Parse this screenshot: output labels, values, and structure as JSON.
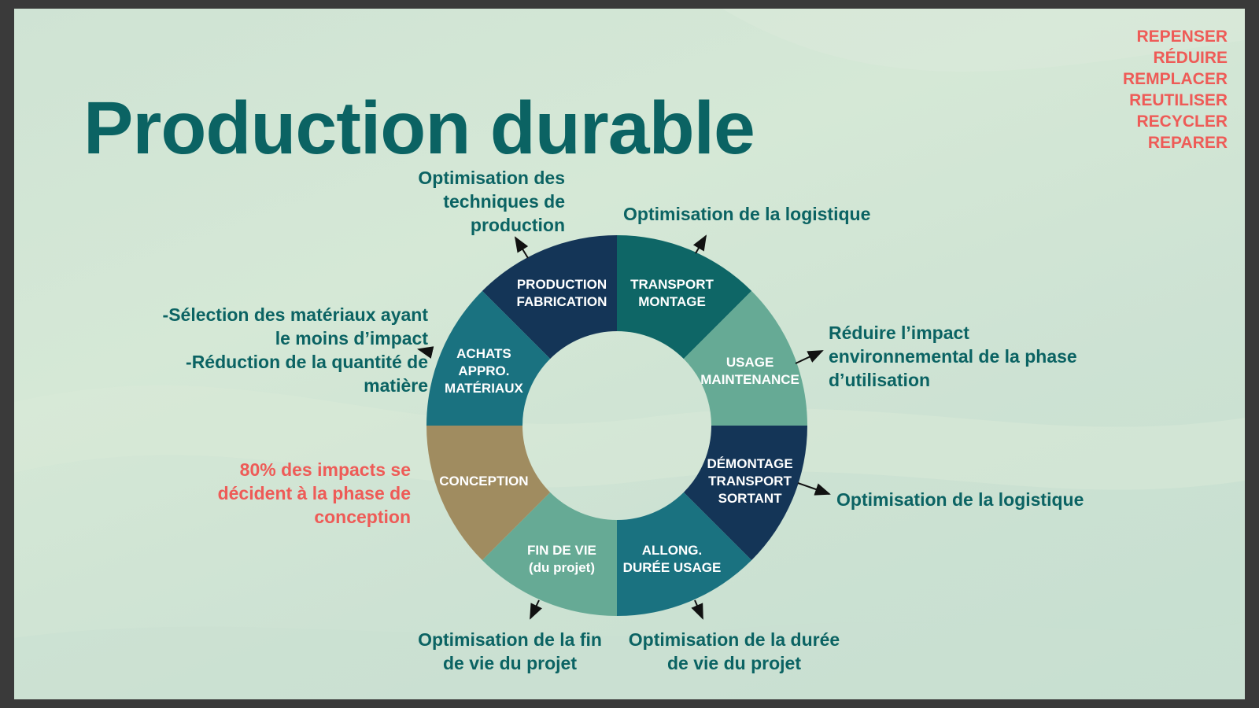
{
  "slide": {
    "title": "Production durable",
    "r_list": [
      "REPENSER",
      "RÉDUIRE",
      "REMPLACER",
      "REUTILISER",
      "RECYCLER",
      "REPARER"
    ]
  },
  "wheel": {
    "segments": [
      {
        "id": "production",
        "lines": [
          "PRODUCTION",
          "FABRICATION"
        ],
        "color": "#143557"
      },
      {
        "id": "transport",
        "lines": [
          "TRANSPORT",
          "MONTAGE"
        ],
        "color": "#0e6666"
      },
      {
        "id": "usage",
        "lines": [
          "USAGE",
          "MAINTENANCE"
        ],
        "color": "#66aa95"
      },
      {
        "id": "demontage",
        "lines": [
          "DÉMONTAGE",
          "TRANSPORT",
          "SORTANT"
        ],
        "color": "#143557"
      },
      {
        "id": "allongement",
        "lines": [
          "ALLONG.",
          "DURÉE USAGE"
        ],
        "color": "#1a7280"
      },
      {
        "id": "fin-de-vie",
        "lines": [
          "FIN DE VIE",
          "(du projet)"
        ],
        "color": "#66aa95"
      },
      {
        "id": "conception",
        "lines": [
          "CONCEPTION"
        ],
        "color": "#a08c60"
      },
      {
        "id": "achats",
        "lines": [
          "ACHATS",
          "APPRO.",
          "MATÉRIAUX"
        ],
        "color": "#1a7280"
      }
    ]
  },
  "annotations": {
    "production": [
      "Optimisation des",
      "techniques de",
      "production"
    ],
    "transport": [
      "Optimisation de la logistique"
    ],
    "usage": [
      "Réduire l’impact",
      "environnemental de la phase",
      "d’utilisation"
    ],
    "demontage": [
      "Optimisation de la logistique"
    ],
    "allongement": [
      "Optimisation de la durée",
      "de vie du projet"
    ],
    "fin_de_vie": [
      "Optimisation de la fin",
      "de vie du projet"
    ],
    "conception": [
      "80% des impacts se",
      "décident à la phase de",
      "conception"
    ],
    "achats": [
      "-Sélection des matériaux ayant",
      "le moins d’impact",
      "-Réduction de la quantité de",
      "matière"
    ]
  },
  "colors": {
    "title": "#0b6363",
    "annotation": "#0b6363",
    "accent_red": "#ee5b57"
  }
}
